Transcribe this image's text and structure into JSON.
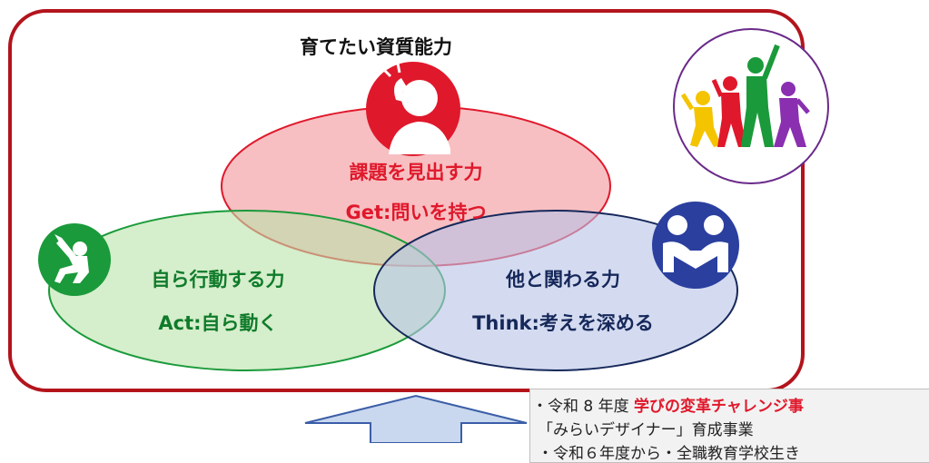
{
  "title": "育てたい資質能力",
  "skills": {
    "red": {
      "name": "課題を見出す力",
      "tagline": "Get:問いを持つ",
      "color": "#e0182b",
      "icon": "thinking-person-icon"
    },
    "green": {
      "name": "自ら行動する力",
      "tagline": "Act:自ら動く",
      "color": "#1a9a3a",
      "icon": "pointing-person-icon"
    },
    "blue": {
      "name": "他と関わる力",
      "tagline": "Think:考えを深める",
      "color": "#2a3f9e",
      "icon": "handshake-icon"
    }
  },
  "info": {
    "line1_prefix": "・令和 8 年度 ",
    "line1_highlight": "学びの変革チャレンジ事",
    "line2": "「みらいデザイナー」育成事業",
    "line3": "・令和６年度から・全職教育学校生き"
  },
  "colors": {
    "frame": "#b3141c",
    "circle": "#6a2a8a"
  }
}
